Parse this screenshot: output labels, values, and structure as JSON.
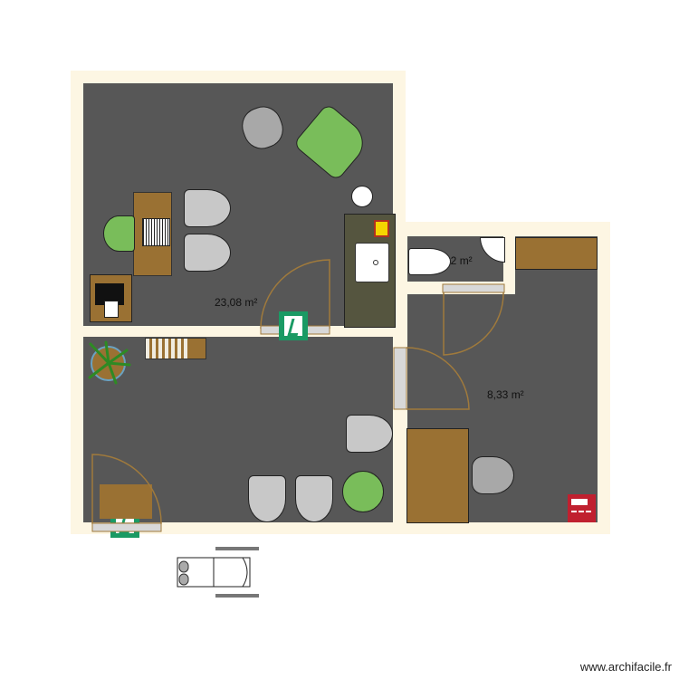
{
  "plan": {
    "rooms": [
      {
        "id": "office",
        "area_label": "23,08 m²"
      },
      {
        "id": "wc",
        "area_label": "0,82 m²"
      },
      {
        "id": "room3",
        "area_label": "8,33 m²"
      }
    ],
    "colors": {
      "wall": "#fdf6e3",
      "floor": "#575757",
      "wood": "#9a7133",
      "chair_grey": "#c8c8c8",
      "chair_green": "#79bd5a",
      "exit_green": "#1a9a64",
      "fire_red": "#c0202f",
      "door_line": "#a07a3c"
    }
  },
  "watermark": "www.archifacile.fr"
}
